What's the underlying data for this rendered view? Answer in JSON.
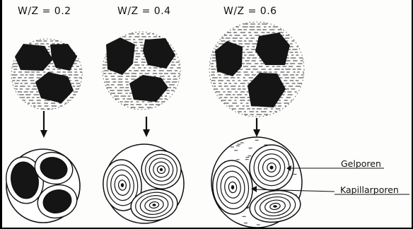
{
  "ratios": [
    {
      "label": "W/Z = 0.2"
    },
    {
      "label": "W/Z = 0.4"
    },
    {
      "label": "W/Z = 0.6"
    }
  ],
  "callouts": {
    "gel_pores": "Gelporen",
    "capillary_pores": "Kapillarporen"
  },
  "colors": {
    "ink": "#111111",
    "background": "#fdfdfc"
  }
}
